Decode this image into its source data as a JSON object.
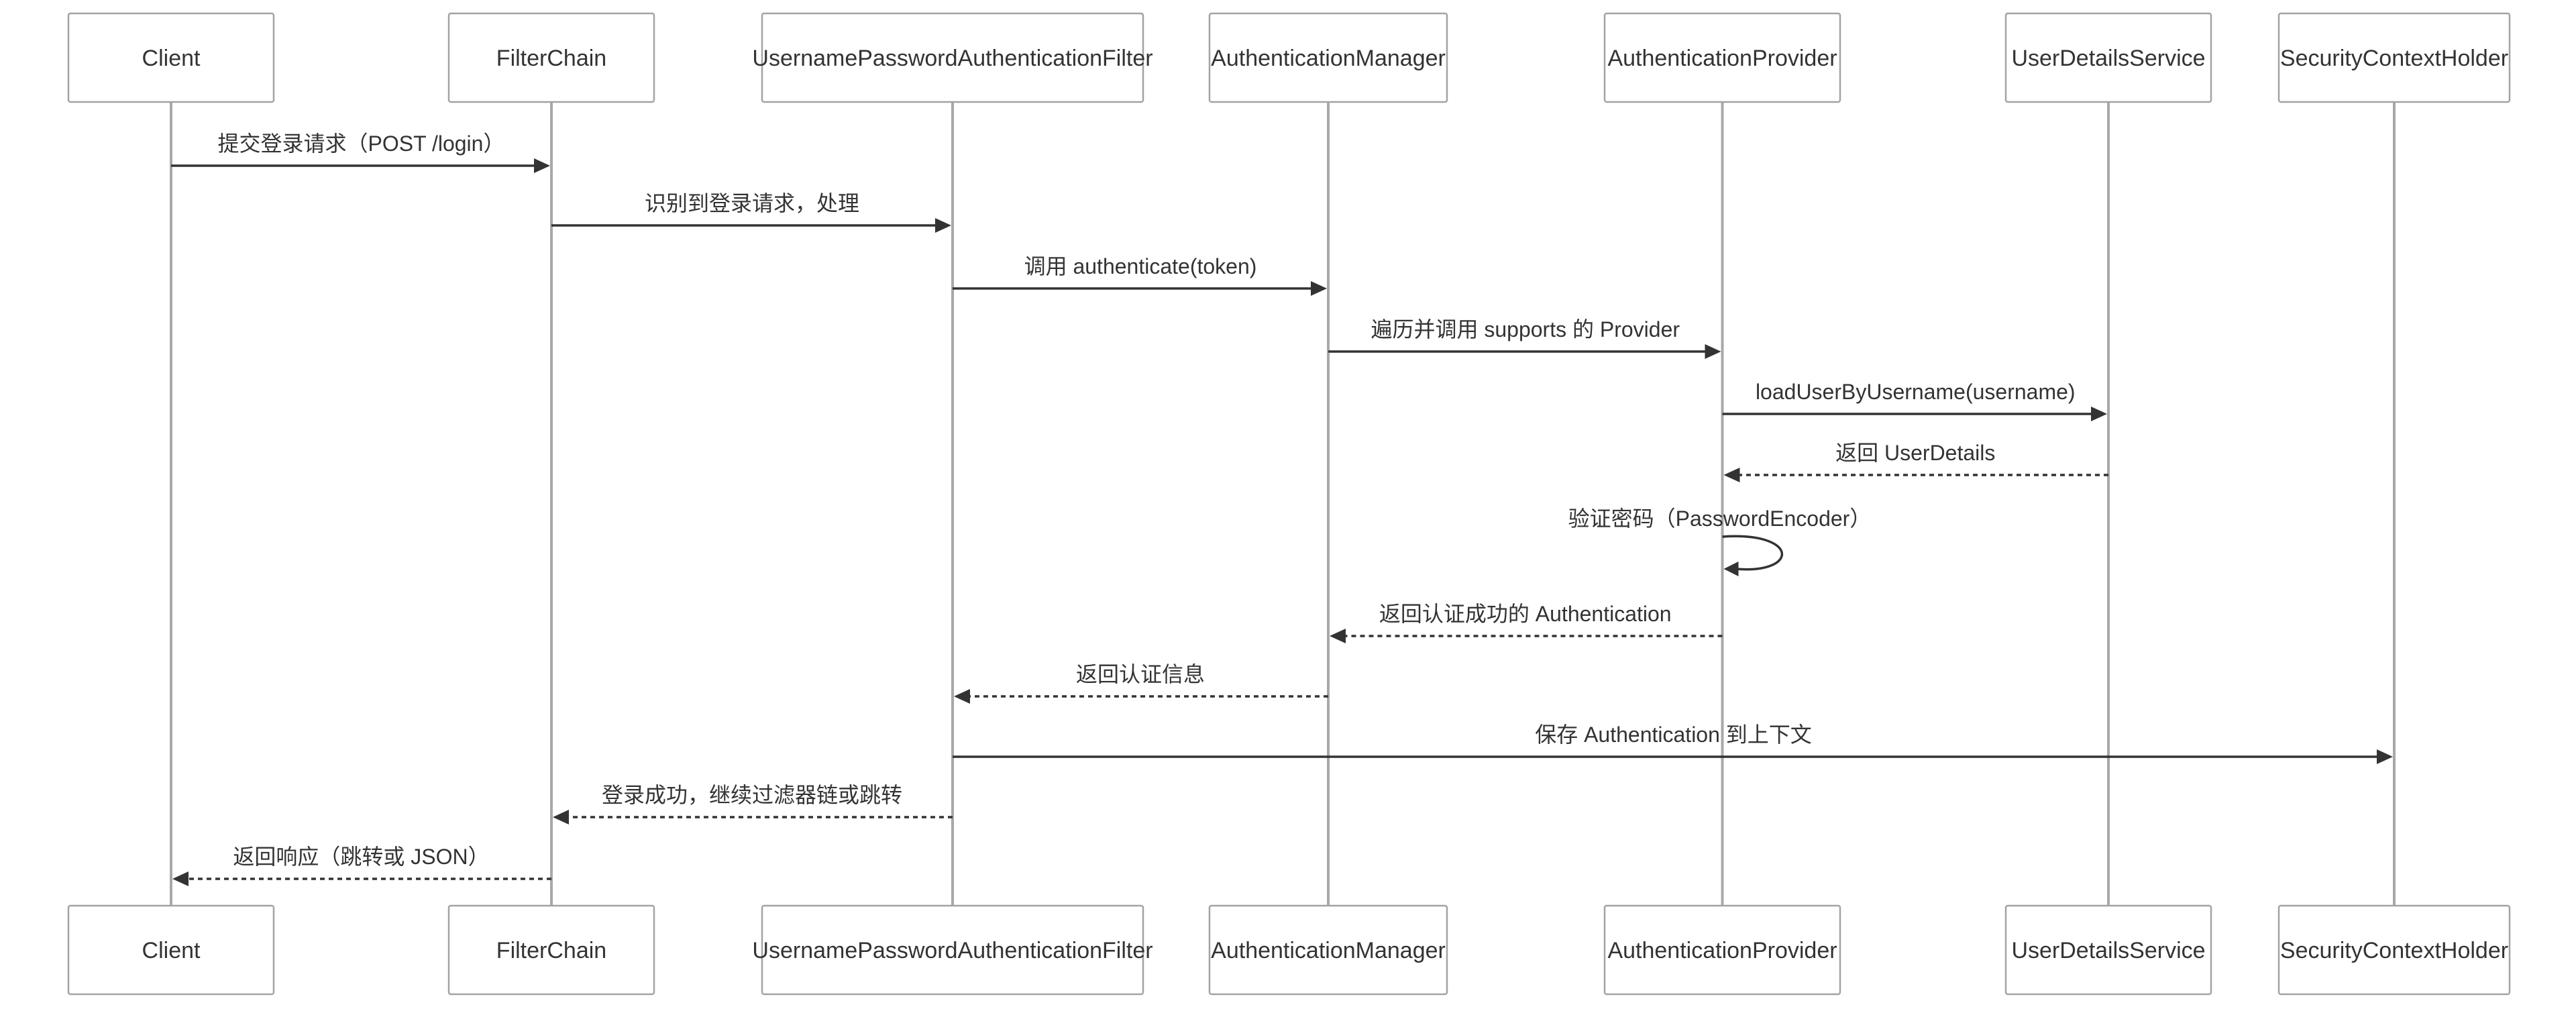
{
  "diagram": {
    "type": "sequence",
    "participants": [
      {
        "id": "client",
        "label": "Client"
      },
      {
        "id": "filterchain",
        "label": "FilterChain"
      },
      {
        "id": "upaf",
        "label": "UsernamePasswordAuthenticationFilter"
      },
      {
        "id": "authmanager",
        "label": "AuthenticationManager"
      },
      {
        "id": "authprovider",
        "label": "AuthenticationProvider"
      },
      {
        "id": "uds",
        "label": "UserDetailsService"
      },
      {
        "id": "sch",
        "label": "SecurityContextHolder"
      }
    ],
    "messages": [
      {
        "from": "client",
        "to": "filterchain",
        "label": "提交登录请求（POST /login）",
        "style": "solid"
      },
      {
        "from": "filterchain",
        "to": "upaf",
        "label": "识别到登录请求，处理",
        "style": "solid"
      },
      {
        "from": "upaf",
        "to": "authmanager",
        "label": "调用 authenticate(token)",
        "style": "solid"
      },
      {
        "from": "authmanager",
        "to": "authprovider",
        "label": "遍历并调用 supports 的 Provider",
        "style": "solid"
      },
      {
        "from": "authprovider",
        "to": "uds",
        "label": "loadUserByUsername(username)",
        "style": "solid"
      },
      {
        "from": "uds",
        "to": "authprovider",
        "label": "返回 UserDetails",
        "style": "dashed"
      },
      {
        "from": "authprovider",
        "to": "authprovider",
        "label": "验证密码（PasswordEncoder）",
        "style": "solid"
      },
      {
        "from": "authprovider",
        "to": "authmanager",
        "label": "返回认证成功的 Authentication",
        "style": "dashed"
      },
      {
        "from": "authmanager",
        "to": "upaf",
        "label": "返回认证信息",
        "style": "dashed"
      },
      {
        "from": "upaf",
        "to": "sch",
        "label": "保存 Authentication 到上下文",
        "style": "solid"
      },
      {
        "from": "upaf",
        "to": "filterchain",
        "label": "登录成功，继续过滤器链或跳转",
        "style": "dashed"
      },
      {
        "from": "filterchain",
        "to": "client",
        "label": "返回响应（跳转或 JSON）",
        "style": "dashed"
      }
    ]
  }
}
